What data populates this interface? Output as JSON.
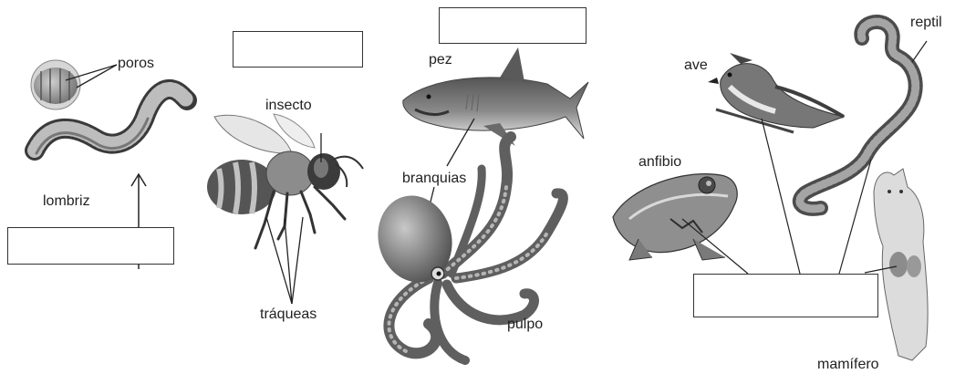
{
  "labels": {
    "poros": "poros",
    "lombriz": "lombriz",
    "insecto": "insecto",
    "traqueas": "tráqueas",
    "pez": "pez",
    "branquias": "branquias",
    "pulpo": "pulpo",
    "anfibio": "anfibio",
    "ave": "ave",
    "reptil": "reptil",
    "mamifero": "mamífero"
  },
  "answer_boxes": [
    "",
    "",
    "",
    ""
  ],
  "colors": {
    "line": "#222222",
    "box_border": "#333333",
    "label": "#222222"
  }
}
